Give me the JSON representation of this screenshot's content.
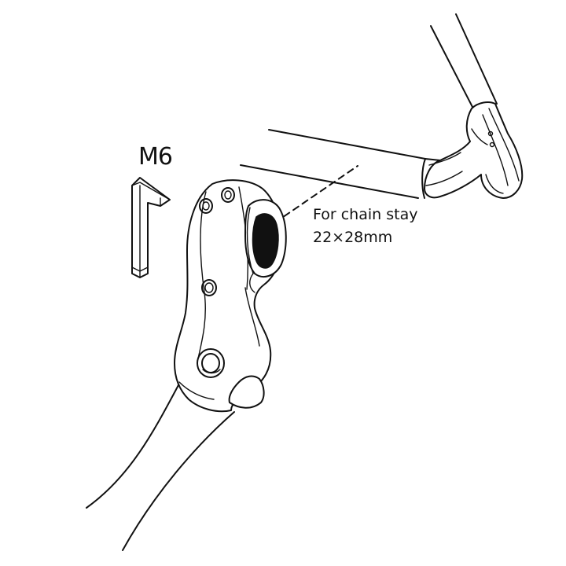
{
  "diagram": {
    "tool_size_label": "M6",
    "callout_line1": "For chain stay",
    "callout_line2": "22×28mm",
    "colors": {
      "ink": "#111111",
      "background": "#ffffff"
    },
    "icons": [
      "hex-key-icon"
    ]
  }
}
